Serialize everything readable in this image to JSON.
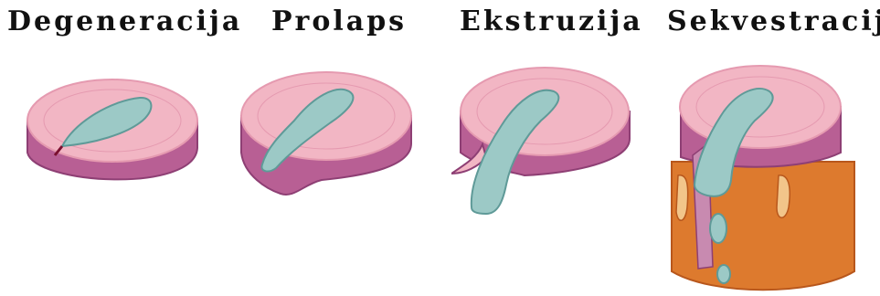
{
  "stages": [
    {
      "label": "Degeneracija"
    },
    {
      "label": "Prolaps"
    },
    {
      "label": "Ekstruzija"
    },
    {
      "label": "Sekvestracija"
    }
  ],
  "colors": {
    "disc_top": "#f2b6c4",
    "disc_top_ring": "#e59ab0",
    "disc_side": "#b85f94",
    "disc_side_dark": "#8e3f74",
    "nucleus": "#9cc9c6",
    "nucleus_edge": "#5f9a98",
    "vertebra": "#dd7a2e",
    "vertebra_dark": "#b8571c",
    "crack": "#7a1030"
  }
}
